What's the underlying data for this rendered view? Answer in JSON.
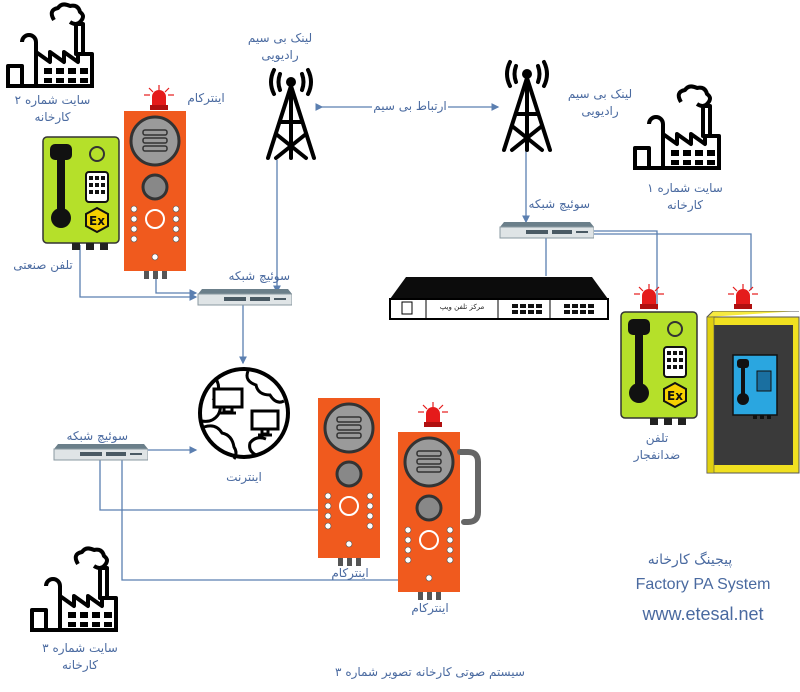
{
  "title": "سیستم صوتی کارخانه تصویر شماره ۳",
  "brand": {
    "title_fa": "پیجینگ کارخانه",
    "title_en": "Factory PA System",
    "website": "www.etesal.net"
  },
  "colors": {
    "label": "#4a6aa0",
    "wire": "#5b7fb0",
    "intercom_body": "#f05a1e",
    "phone_body": "#b5e02a",
    "beacon": "#e51b1b",
    "booth": "#f0e020",
    "booth_phone": "#2aa6e0"
  },
  "sites": [
    {
      "id": "site2",
      "icon": "factory-icon",
      "line1": "سایت شماره ۲",
      "line2": "کارخانه"
    },
    {
      "id": "site1",
      "icon": "factory-icon",
      "line1": "سایت شماره ۱",
      "line2": "کارخانه"
    },
    {
      "id": "site3",
      "icon": "factory-icon",
      "line1": "سایت شماره ۳",
      "line2": "کارخانه"
    }
  ],
  "towers": [
    {
      "icon": "radio-tower-icon",
      "line1": "لینک بی سیم",
      "line2": "رادیویی"
    },
    {
      "icon": "radio-tower-icon",
      "line1": "لینک بی سیم",
      "line2": "رادیویی"
    }
  ],
  "wireless_link_label": "ارتباط بی سیم",
  "switches": [
    {
      "label": "سوئیچ شبکه"
    },
    {
      "label": "سوئیچ شبکه"
    },
    {
      "label": "سوئیچ شبکه"
    }
  ],
  "voip_center": {
    "label": "مرکز تلفن ویپ"
  },
  "internet": {
    "label": "اینترنت"
  },
  "devices": {
    "intercom_top": "اینترکام",
    "industrial_phone": "تلفن صنعتی",
    "explosion_proof_phone_line1": "تلفن",
    "explosion_proof_phone_line2": "ضدانفجار",
    "intercom_mid": "اینترکام",
    "intercom_bottom": "اینترکام"
  }
}
